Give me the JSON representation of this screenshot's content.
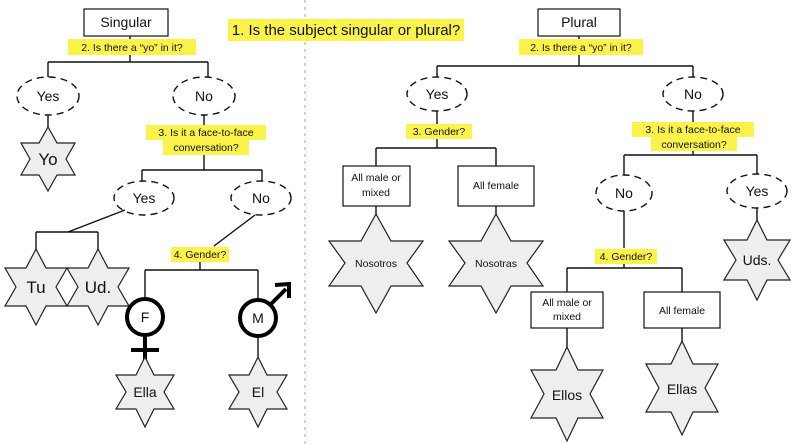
{
  "title_question": "1. Is the subject singular or plural?",
  "singular": {
    "header": "Singular",
    "q2": "2. Is there a “yo” in it?",
    "yes": "Yes",
    "no": "No",
    "yo": "Yo",
    "q3_line1": "3. Is it a face-to-face",
    "q3_line2": "conversation?",
    "yes2": "Yes",
    "no2": "No",
    "tu": "Tu",
    "ud": "Ud.",
    "q4": "4. Gender?",
    "female_symbol": "F",
    "male_symbol": "M",
    "ella": "Ella",
    "el": "El"
  },
  "plural": {
    "header": "Plural",
    "q2": "2. Is there a “yo” in it?",
    "yes": "Yes",
    "no": "No",
    "q3g": "3. Gender?",
    "male_mixed_line1": "All male or",
    "male_mixed_line2": "mixed",
    "all_female": "All female",
    "nosotros": "Nosotros",
    "nosotras": "Nosotras",
    "q3_line1": "3. Is it a  face-to-face",
    "q3_line2": "conversation?",
    "no2": "No",
    "yes2": "Yes",
    "uds": "Uds.",
    "q4": "4. Gender?",
    "male_mixed2_line1": "All male or",
    "male_mixed2_line2": "mixed",
    "all_female2": "All female",
    "ellos": "Ellos",
    "ellas": "Ellas"
  },
  "colors": {
    "highlight": "#fbf34a",
    "star_fill": "#eeeeee"
  }
}
